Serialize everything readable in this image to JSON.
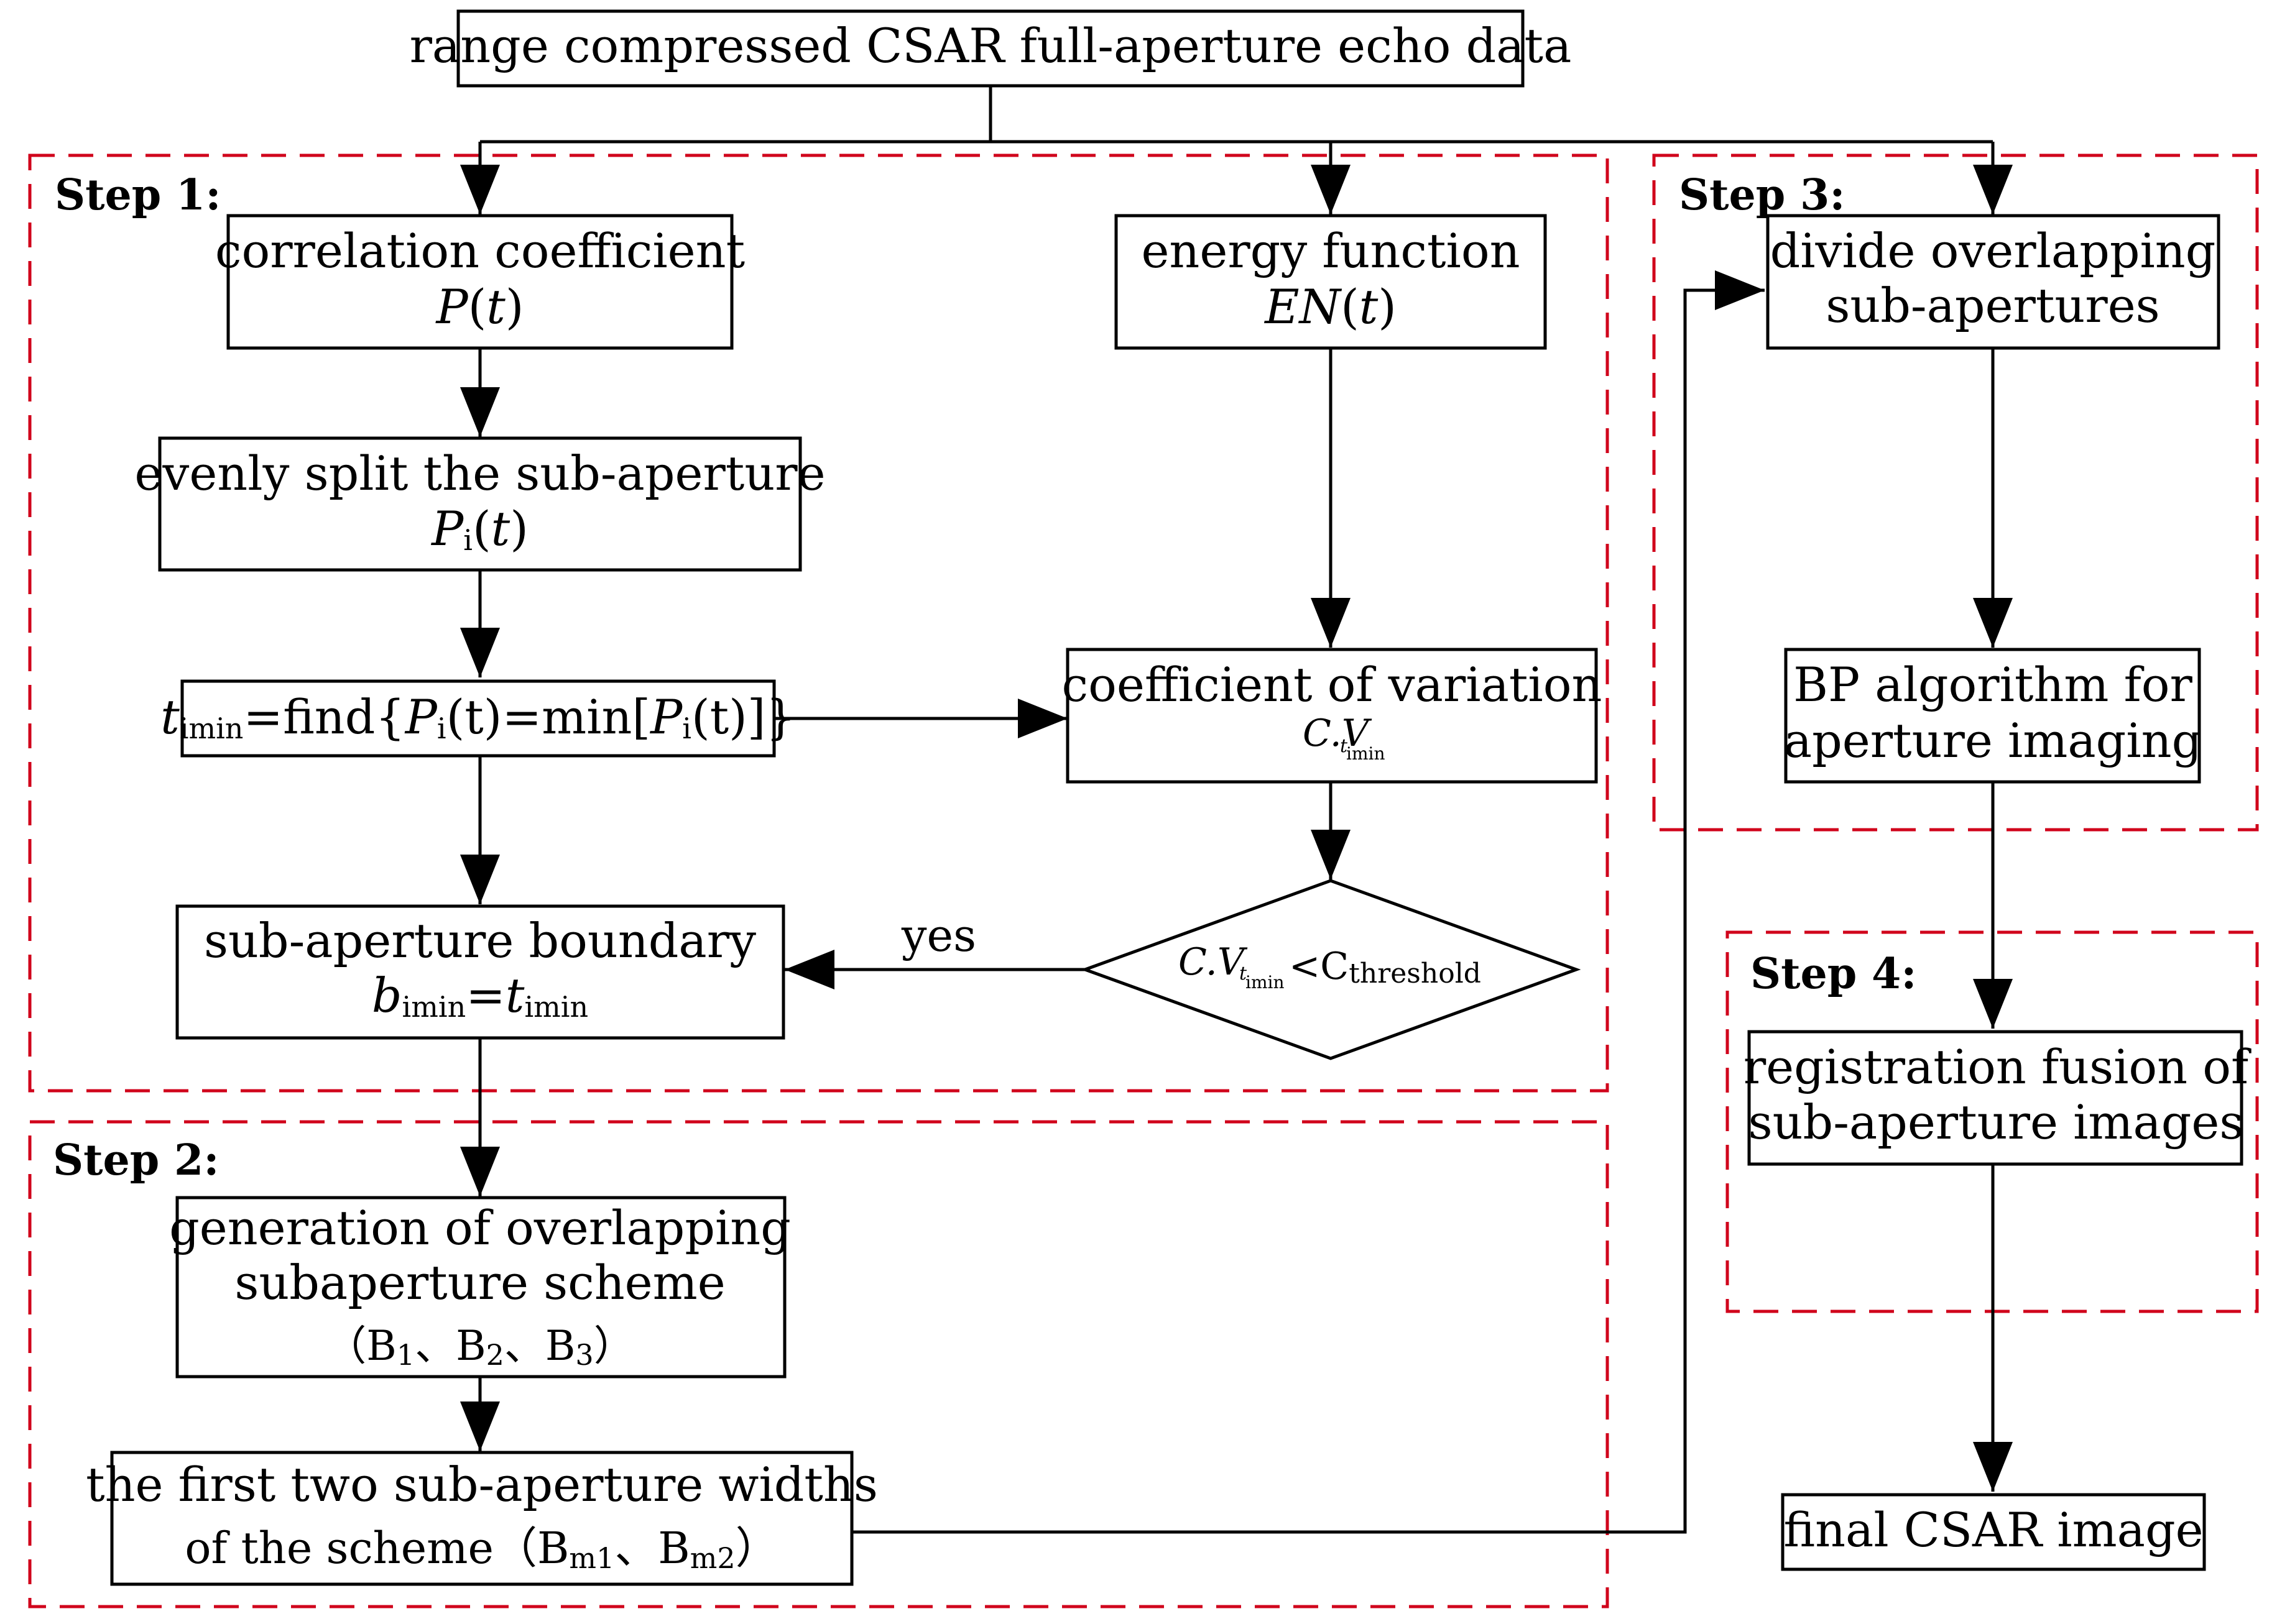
{
  "steps": {
    "step1": "Step 1:",
    "step2": "Step 2:",
    "step3": "Step 3:",
    "step4": "Step 4:"
  },
  "nodes": {
    "echo_data": "range compressed CSAR full-aperture echo data",
    "correlation": {
      "line1": "correlation coefficient",
      "symbol": "P",
      "arg": "t"
    },
    "energy": {
      "line1": "energy function",
      "symbol": "EN",
      "arg": "t"
    },
    "split": {
      "line1": "evenly split the sub-aperture",
      "symbol": "P",
      "sub": "i",
      "arg": "t"
    },
    "find_tmin": {
      "t": "t",
      "sub": "imin",
      "eq": "=find{",
      "p1": "P",
      "i1": "i",
      "arg1": "(t)",
      "mid": "=min[",
      "p2": "P",
      "i2": "i",
      "arg2": "(t)",
      "close": "]}"
    },
    "cov": {
      "line1": "coefficient of variation",
      "symbol": "C.V",
      "sub1": "t",
      "sub2": "imin"
    },
    "decision": {
      "symbol": "C.V",
      "sub1": "t",
      "sub2": "imin",
      "lt": "<C",
      "threshold": "threshold"
    },
    "boundary": {
      "line1": "sub-aperture boundary",
      "b": "b",
      "bsub": "imin",
      "eq": "=",
      "t": "t",
      "tsub": "imin"
    },
    "generation": {
      "line1": "generation of overlapping",
      "line2": "subaperture scheme",
      "line3_open": "（B",
      "b1": "1",
      "sep1": "、B",
      "b2": "2",
      "sep2": "、B",
      "b3": "3",
      "line3_close": "）"
    },
    "widths": {
      "line1": "the first two sub-aperture widths",
      "line2_pre": "of the scheme（B",
      "m1": "m1",
      "sep": "、B",
      "m2": "m2",
      "close": "）"
    },
    "divide": {
      "line1": "divide overlapping",
      "line2": "sub-apertures"
    },
    "bp": {
      "line1": "BP algorithm for",
      "line2": "aperture imaging"
    },
    "registration": {
      "line1": "registration fusion of",
      "line2": "sub-aperture images"
    },
    "final": "final CSAR image"
  },
  "edge_labels": {
    "yes": "yes"
  },
  "colors": {
    "step_frame": "#d0021b",
    "stroke": "#000000",
    "background": "#ffffff"
  }
}
